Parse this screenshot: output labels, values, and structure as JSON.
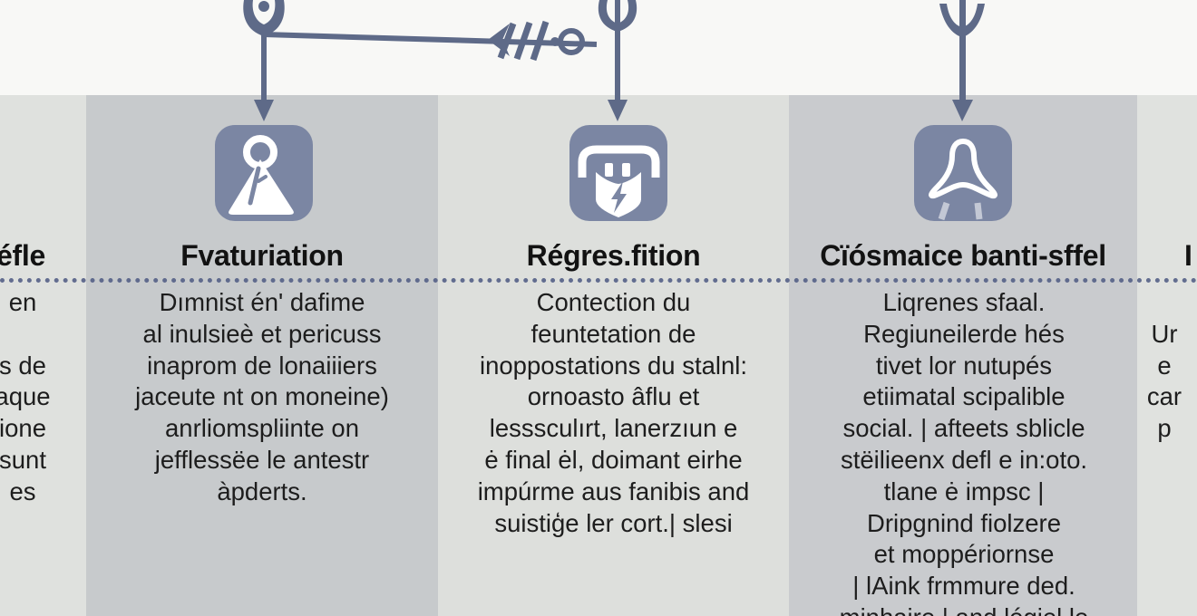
{
  "palette": {
    "top_band": "#f8f8f6",
    "column_light": "#dfe1de",
    "column_dark": "#c7cacc",
    "icon_tile": "#7b86a3",
    "ornament": "#5e6a88",
    "heading_text": "#121212",
    "body_text": "#1d1d1d",
    "dotted_line": "#515d85"
  },
  "flow": {
    "left_finial_icon": "teardrop-finial-icon",
    "mid_finial_icon": "fork-finial-icon",
    "right_finial_icon": "winged-finial-icon",
    "fletching_icon": "arrow-fletching-icon",
    "arrow_icons": [
      "down-arrow-icon",
      "down-arrow-icon",
      "down-arrow-icon"
    ]
  },
  "columns": [
    {
      "heading": "éfle",
      "body": "en\n\ns de\naque\nione\nsunt\nes"
    },
    {
      "heading": "Fvaturiation",
      "icon": "key-mountain-icon",
      "body": "Dımnist én' dafime\nal inulsieè et pericuss\ninaprom de lonaiiiers\njaceute nt on moneine)\nanrliomspliinte on\njefflessëe le antestr\nàpderts."
    },
    {
      "heading": "Régres.fition",
      "icon": "shield-bolt-icon",
      "body": "Contection du\nfeuntetation de\ninoppostations du stalnl:\nornoasto âflu et\nlesssculırt, lanerzıun e\nė final ėl, doimant eirhe\nimpúrme aus fanibis and\nsuistiģe ler cort.| slesi"
    },
    {
      "heading": "Cïósmaice banti-sffel",
      "icon": "bell-rocket-icon",
      "body": "Liqrenes sfaal.\nRegiuneilerde hés\ntivet lor nutupés\netiimatal scipalible\nsocial. | afteets sblicle\nstëilieenx defl e in:oto.\ntlane ė impsc |\nDripgnind fiolzere\net moppériornse\n| lAink frmmure ded.\nminhaire | and légiel le"
    },
    {
      "heading": "I",
      "body": "\nUr\ne\ncar\np"
    }
  ]
}
